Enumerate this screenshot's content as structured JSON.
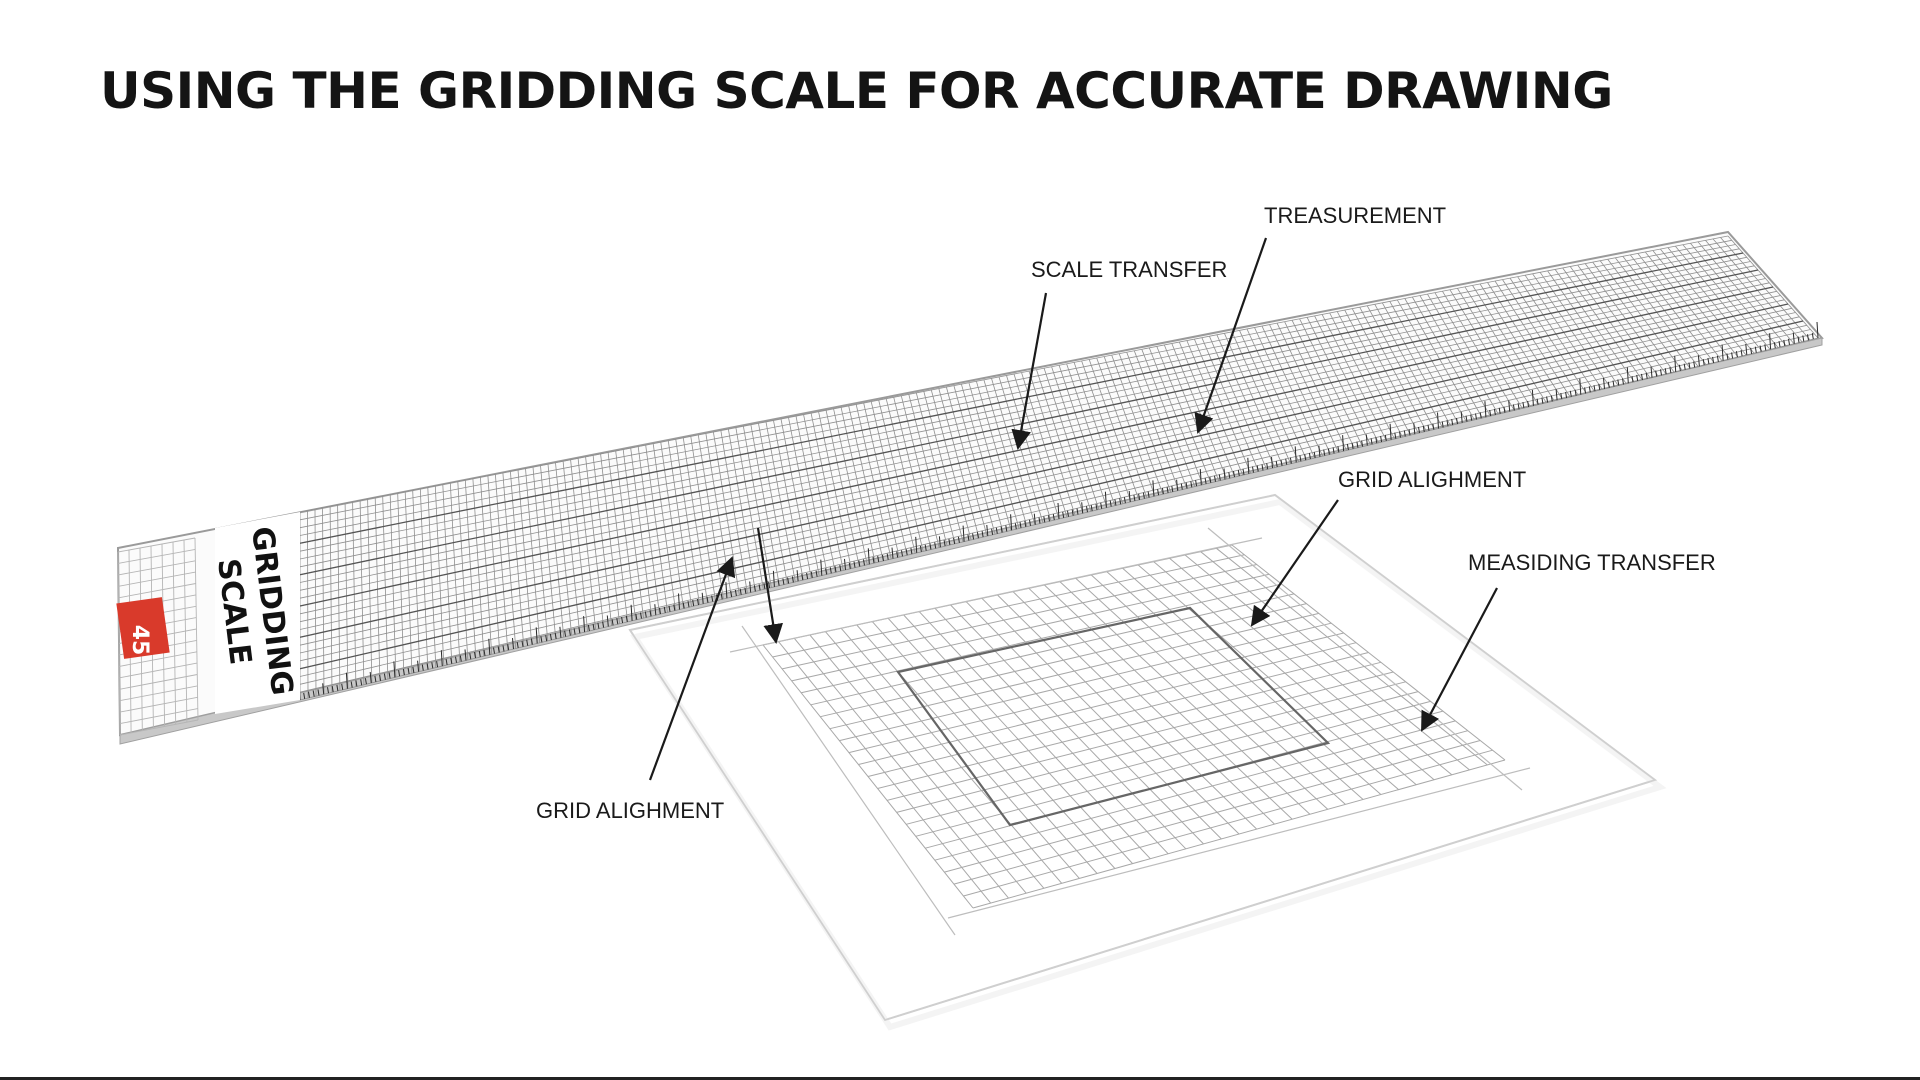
{
  "title": "USING THE GRIDDING SCALE FOR ACCURATE DRAWING",
  "ruler": {
    "name_line1": "GRIDDING",
    "name_line2": "SCALE",
    "badge": "45"
  },
  "callouts": {
    "measurement": "TREASUREMENT",
    "scale_transfer": "SCALE TRANSFER",
    "grid_alignment_right": "GRID ALIGHMENT",
    "measuring_transfer": "MEASIDING TRANSFER",
    "grid_alignment_left": "GRID ALIGHMENT"
  },
  "colors": {
    "badge": "#d93a2b",
    "ink": "#1a1a1a",
    "grid": "#9a9a9a"
  }
}
